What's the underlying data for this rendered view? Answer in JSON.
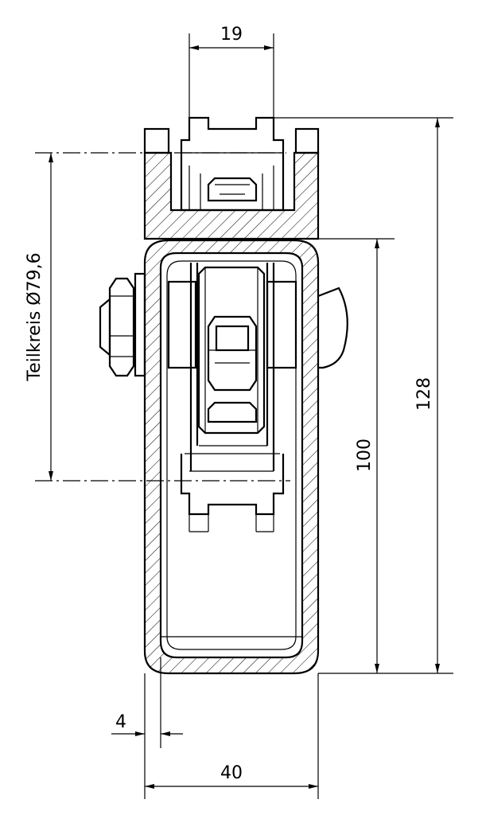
{
  "dimensions": {
    "top_width": "19",
    "pitch_circle": "Teilkreis Ø79,6",
    "overall_height": "128",
    "inner_height": "100",
    "wall_thickness": "4",
    "overall_width": "40"
  }
}
